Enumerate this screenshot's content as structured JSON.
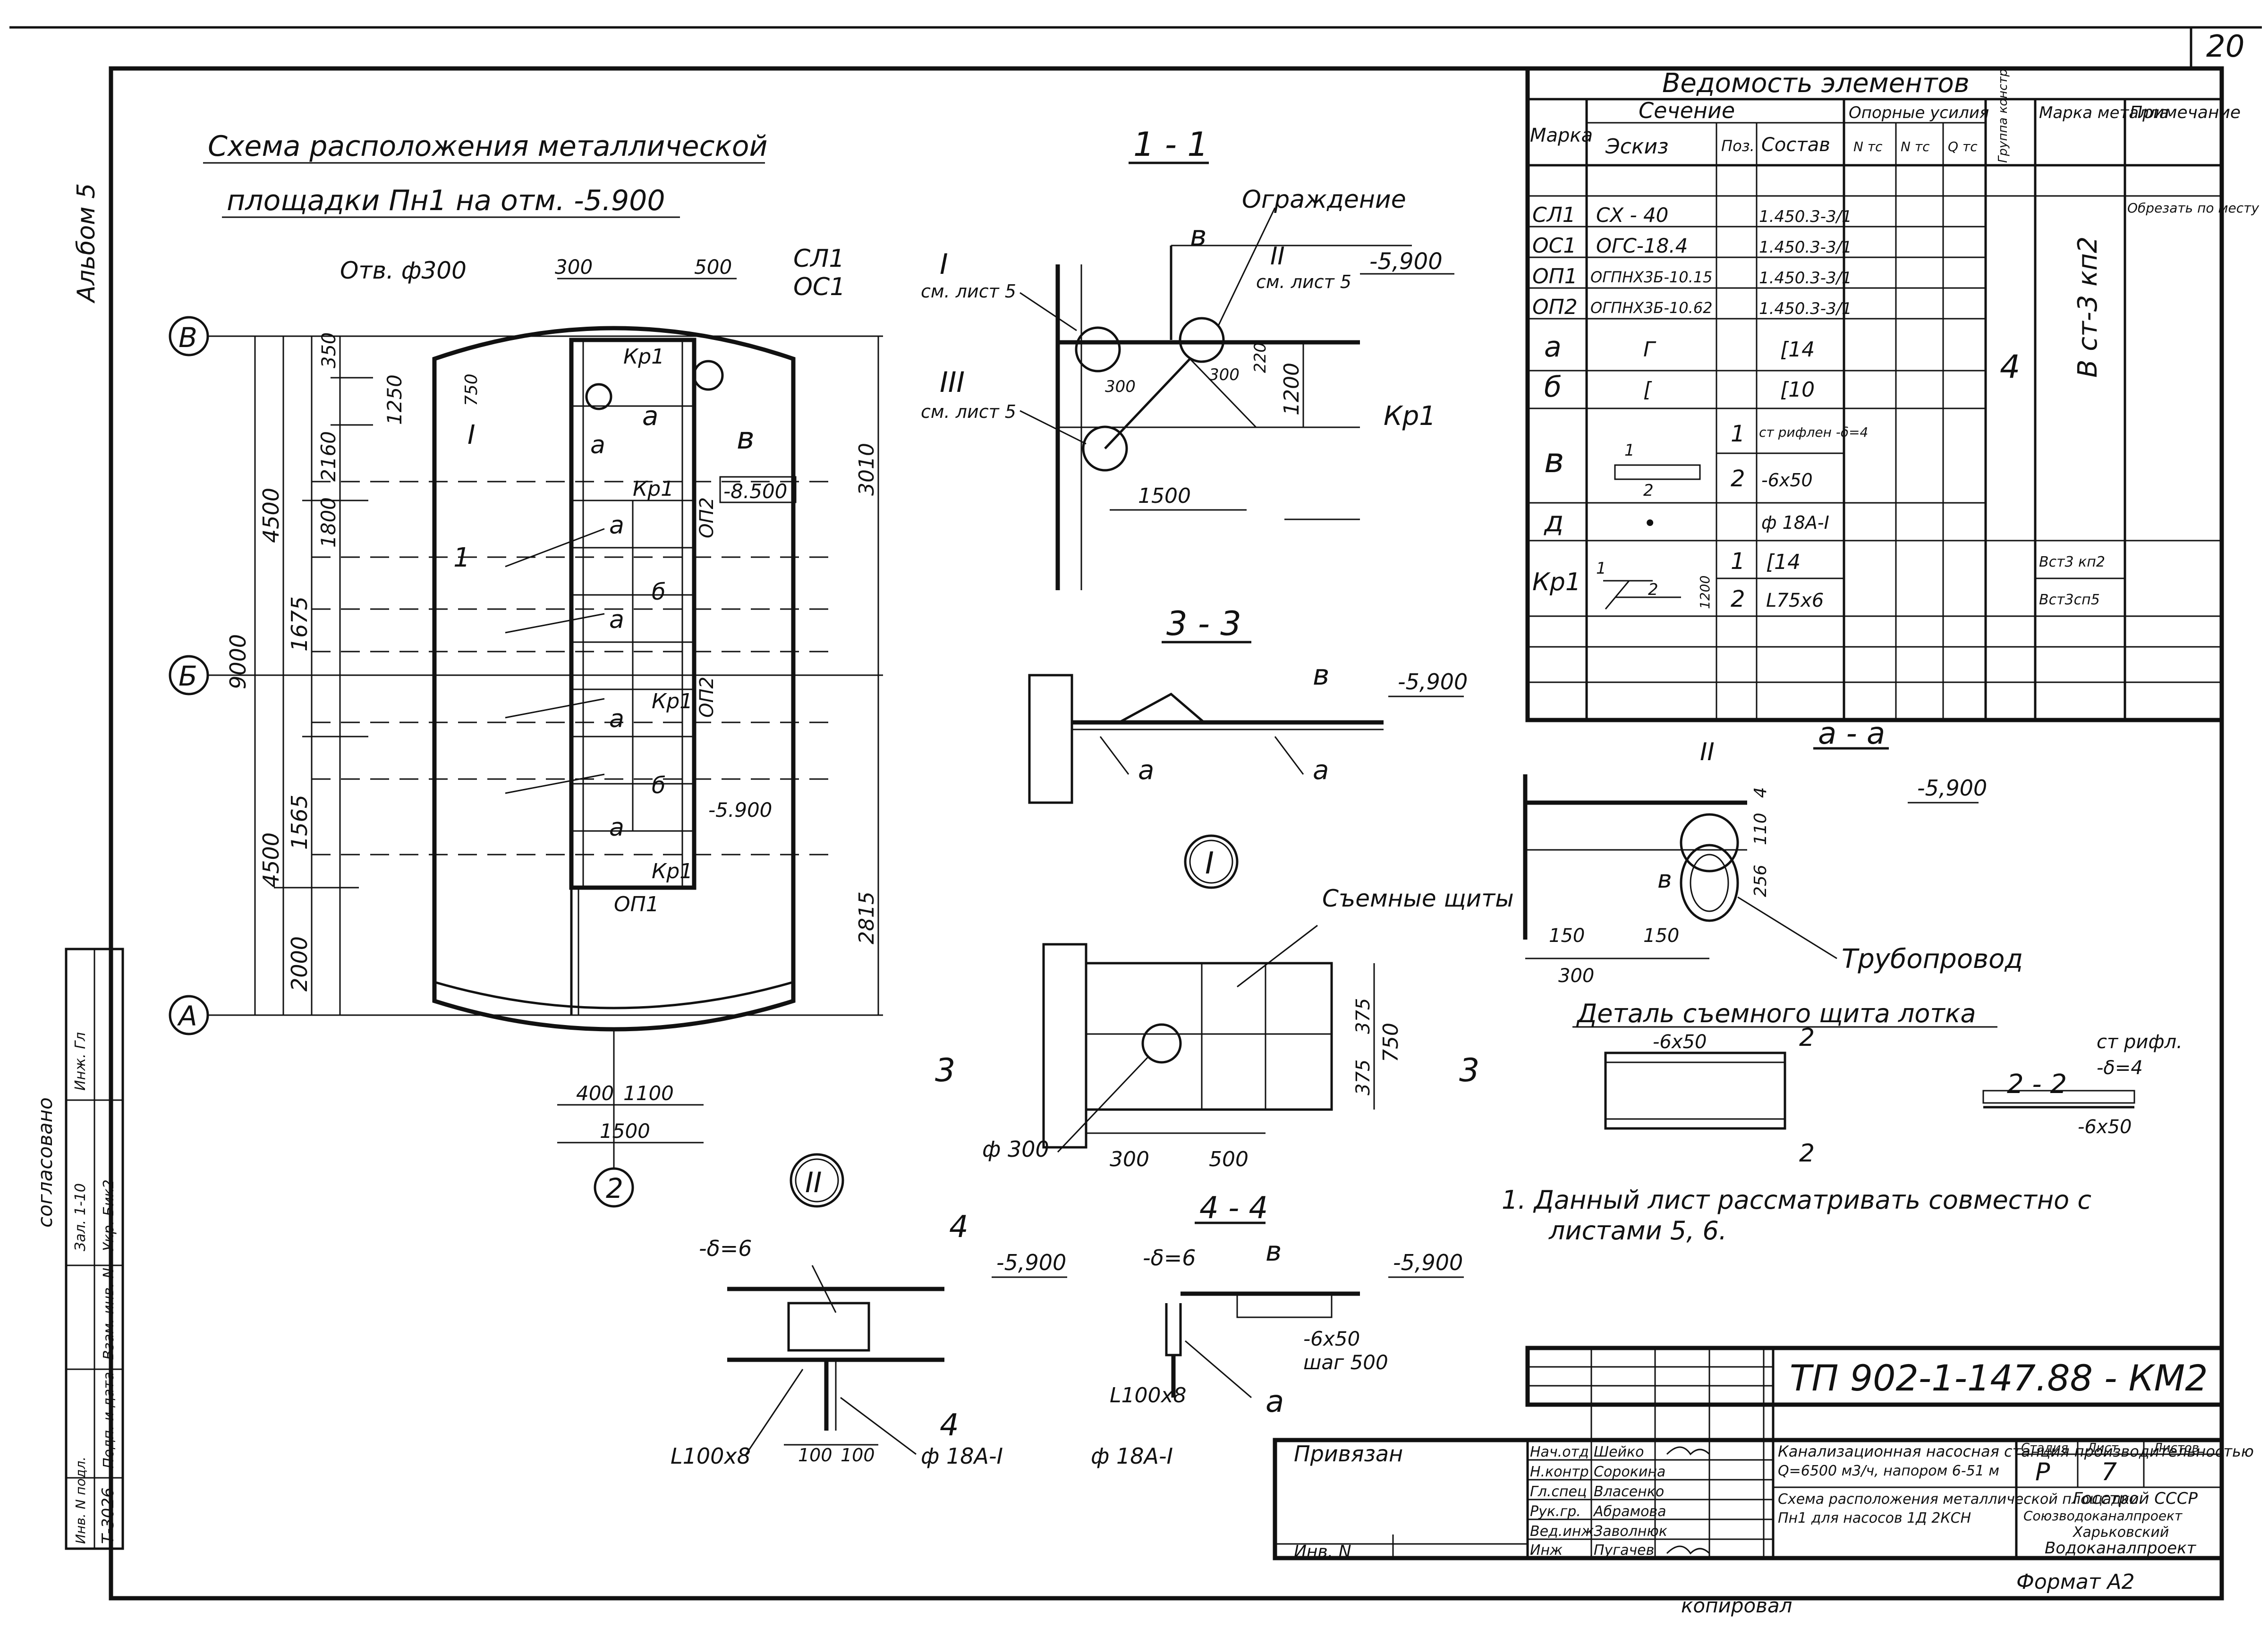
{
  "sheet_number": "20",
  "album": "Альбом 5",
  "plan": {
    "title_line1": "Схема расположения металлической",
    "title_line2": "площадки Пн1 на отм. -5.900",
    "axes": [
      "В",
      "Б",
      "А",
      "2"
    ],
    "labels": {
      "hole": "Отв. ф300",
      "sl": "СЛ1",
      "os": "ОС1",
      "d300": "300",
      "d500": "500",
      "d350": "350",
      "d2160": "2160",
      "d1800": "1800",
      "d1250": "1250",
      "d750": "750",
      "d4500a": "4500",
      "d4500b": "4500",
      "d9000": "9000",
      "d1675": "1675",
      "d1565": "1565",
      "d2000": "2000",
      "d3010": "3010",
      "d2815": "2815",
      "d400": "400",
      "d1100": "1100",
      "d1500": "1500",
      "kp1": "Кр1",
      "a": "а",
      "b": "б",
      "v": "в",
      "op1": "ОП1",
      "op2": "ОП2",
      "m8500": "-8.500",
      "m5900": "-5.900",
      "s1": "1",
      "I": "I"
    }
  },
  "section_11": {
    "title": "1 - 1",
    "fence": "Ограждение",
    "refI": "I",
    "refI_sub": "см. лист 5",
    "refII": "II",
    "refII_sub": "см. лист 5",
    "refIII": "III",
    "refIII_sub": "см. лист 5",
    "level": "-5,900",
    "kp1": "Кр1",
    "v": "в",
    "d1200": "1200",
    "d1500": "1500",
    "d300a": "300",
    "d300b": "300",
    "d220": "220"
  },
  "section_33": {
    "title": "3 - 3",
    "v": "в",
    "level": "-5,900",
    "a1": "а",
    "a2": "а"
  },
  "node_I": {
    "title": "I",
    "removable": "Съемные щиты",
    "d375a": "375",
    "d375b": "375",
    "d750": "750",
    "phi": "ф 300",
    "d300": "300",
    "d500": "500",
    "cut": "3"
  },
  "node_II": {
    "title": "II",
    "delta": "-δ=6",
    "level": "-5,900",
    "angle": "L100x8",
    "phi": "ф 18А-I",
    "d100a": "100",
    "d100b": "100",
    "cut": "4"
  },
  "section_44": {
    "title": "4 - 4",
    "delta": "-δ=6",
    "v": "в",
    "level": "-5,900",
    "strip": "-6x50",
    "step": "шаг 500",
    "angle": "L100x8",
    "phi": "ф 18А-I",
    "a": "а"
  },
  "section_aa": {
    "title": "а - а",
    "II": "II",
    "level": "-5,900",
    "v": "в",
    "d150a": "150",
    "d150b": "150",
    "d300": "300",
    "d110": "110",
    "d256": "256",
    "d4": "4",
    "pipeline": "Трубопровод"
  },
  "detail": {
    "title": "Деталь съемного щита лотка",
    "strip": "-6x50",
    "cut": "2",
    "sec_title": "2 - 2",
    "sec_label1": "ст рифл.",
    "sec_label2": "-δ=4",
    "sec_label3": "-6x50"
  },
  "note": {
    "line1": "1. Данный лист рассматривать совместно с",
    "line2": "листами 5, 6."
  },
  "spec": {
    "title": "Ведомость элементов",
    "head_mark": "Марка",
    "head_section": "Сечение",
    "head_sketch": "Эскиз",
    "head_pos": "Поз.",
    "head_comp": "Состав",
    "head_forces": "Опорные усилия",
    "head_fn": "N тс",
    "head_fnn": "N тс",
    "head_fq": "Q тс",
    "head_group": "Группа констр.",
    "head_steel": "Марка металла",
    "head_note": "Примечание",
    "rows": [
      {
        "mark": "СЛ1",
        "sketch": "СХ - 40",
        "pos": "",
        "comp": "1.450.3-3/1",
        "note": "Обрезать по месту"
      },
      {
        "mark": "ОС1",
        "sketch": "ОГС-18.4",
        "pos": "",
        "comp": "1.450.3-3/1",
        "note": ""
      },
      {
        "mark": "ОП1",
        "sketch": "ОГПНХ3Б-10.15",
        "pos": "",
        "comp": "1.450.3-3/1",
        "note": ""
      },
      {
        "mark": "ОП2",
        "sketch": "ОГПНХ3Б-10.62",
        "pos": "",
        "comp": "1.450.3-3/1",
        "note": ""
      },
      {
        "mark": "а",
        "sketch": "Г",
        "pos": "",
        "comp": "[14",
        "note": ""
      },
      {
        "mark": "б",
        "sketch": "[",
        "pos": "",
        "comp": "[10",
        "note": ""
      },
      {
        "mark": "в",
        "sketch": "",
        "pos": "1",
        "comp": "ст рифлен -δ=4",
        "note": ""
      },
      {
        "mark": "",
        "sketch": "",
        "pos": "2",
        "comp": "-6x50",
        "note": ""
      },
      {
        "mark": "д",
        "sketch": "•",
        "pos": "",
        "comp": "ф 18А-I",
        "note": ""
      },
      {
        "mark": "Кр1",
        "sketch": "",
        "pos": "1",
        "comp": "[14",
        "steel": "Вст3 кп2"
      },
      {
        "mark": "",
        "sketch": "",
        "pos": "2",
        "comp": "L75x6",
        "steel": "Вст3сп5"
      }
    ],
    "group": "4",
    "steel_main": "В ст-3 кп2",
    "kr_sketch_1": "1",
    "kr_sketch_2": "2",
    "kr_sketch_dim": "1200",
    "v_sketch_1": "1",
    "v_sketch_2": "2"
  },
  "stamp": {
    "code": "ТП 902-1-147.88 - КМ2",
    "bound": "Привязан",
    "inv": "Инв. N",
    "roles": [
      "Нач.отд",
      "Н.контр",
      "Гл.спец",
      "Рук.гр.",
      "Вед.инж",
      "Инж"
    ],
    "names": [
      "Шейко",
      "Сорокина",
      "Власенко",
      "Абрамова",
      "Заволнюк",
      "Пугачев"
    ],
    "title1": "Канализационная насосная станция производительностью",
    "title2": "Q=6500 м3/ч, напором 6-51 м",
    "title3": "Схема расположения металлической площадки",
    "title4": "Пн1 для насосов 1Д 2КСН",
    "stage_h": "Стадия",
    "sheet_h": "Лист",
    "sheets_h": "Листов",
    "stage": "Р",
    "sheet": "7",
    "org1": "Госстрой СССР",
    "org2": "Союзводоканалпроект",
    "org3": "Харьковский",
    "org4": "Водоканалпроект",
    "format": "Формат А2",
    "copied": "копировал"
  },
  "side_stamp": {
    "agreed": "согласовано",
    "c1": "Зал. 1-10",
    "c2": "Инж. Гл",
    "c3": "Укр. Бик2",
    "c4": "Взам. инв. N",
    "c5": "Подп. и дата",
    "c6": "Инв. N подл.",
    "c7": "Т-3026"
  }
}
